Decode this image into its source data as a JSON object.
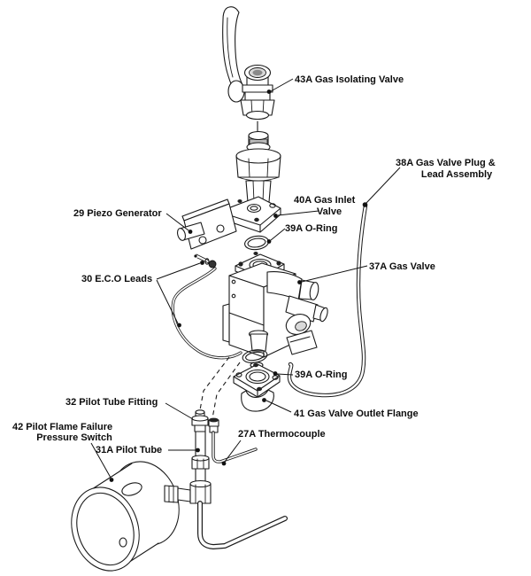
{
  "colors": {
    "line": "#1a1a1a",
    "background": "#ffffff",
    "dark_fill": "#222222"
  },
  "labels": {
    "gas_isolating_valve": {
      "text": "43A  Gas Isolating Valve"
    },
    "gas_valve_plug_lead_assembly": {
      "line1": "38A  Gas Valve Plug &",
      "line2": "Lead Assembly"
    },
    "gas_inlet_valve": {
      "line1": "40A Gas Inlet",
      "line2": "Valve"
    },
    "o_ring_upper": {
      "text": "39A  O-Ring"
    },
    "piezo_generator": {
      "text": "29  Piezo Generator"
    },
    "gas_valve": {
      "text": "37A  Gas Valve"
    },
    "eco_leads": {
      "text": "30  E.C.O Leads"
    },
    "o_ring_lower": {
      "text": "39A  O-Ring"
    },
    "pilot_tube_fitting": {
      "text": "32  Pilot Tube Fitting"
    },
    "gas_valve_outlet_flange": {
      "text": "41  Gas Valve Outlet Flange"
    },
    "pilot_flame_failure_pressure_switch": {
      "line1": "42  Pilot Flame Failure",
      "line2": "Pressure Switch"
    },
    "thermocouple": {
      "text": "27A  Thermocouple"
    },
    "pilot_tube": {
      "text": "31A  Pilot Tube"
    }
  }
}
